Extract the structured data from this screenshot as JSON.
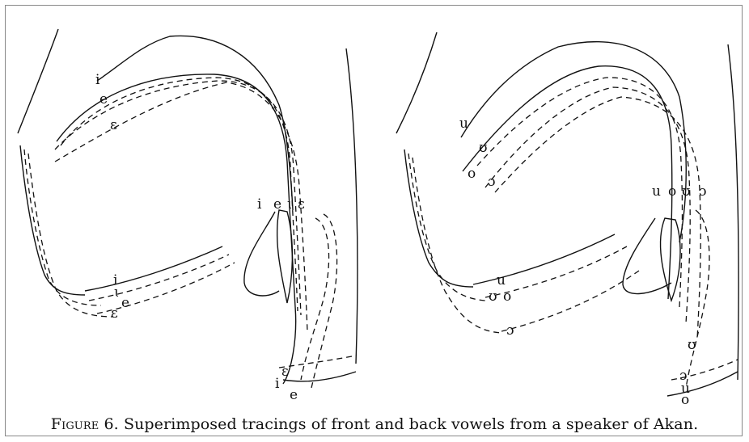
{
  "caption": {
    "lead": "Figure 6.",
    "text": "Superimposed tracings of front and back vowels from a speaker of Akan."
  },
  "front_panel": {
    "vowels": [
      "i",
      "e",
      "ɩ",
      "ɛ"
    ],
    "palate_labels": [
      "i",
      "e",
      "ɛ"
    ],
    "root_labels": [
      "i",
      "e",
      "ɩ",
      "ɛ"
    ],
    "body_labels": [
      "i",
      "ɩ",
      "e",
      "ɛ"
    ],
    "bottom_labels": [
      "ɛ",
      "i",
      "e"
    ]
  },
  "back_panel": {
    "vowels": [
      "u",
      "ʊ",
      "o",
      "ɔ"
    ],
    "palate_labels": [
      "u",
      "ʊ",
      "o",
      "ɔ"
    ],
    "root_labels": [
      "u",
      "o",
      "ʊ",
      "ɔ"
    ],
    "body_labels": [
      "u",
      "ʊ",
      "o",
      "ɔ"
    ],
    "bottom_labels": [
      "ʊ",
      "ɔ",
      "u",
      "o"
    ]
  },
  "colors": {
    "ink": "#111111",
    "frame": "#888888",
    "background": "#ffffff"
  }
}
